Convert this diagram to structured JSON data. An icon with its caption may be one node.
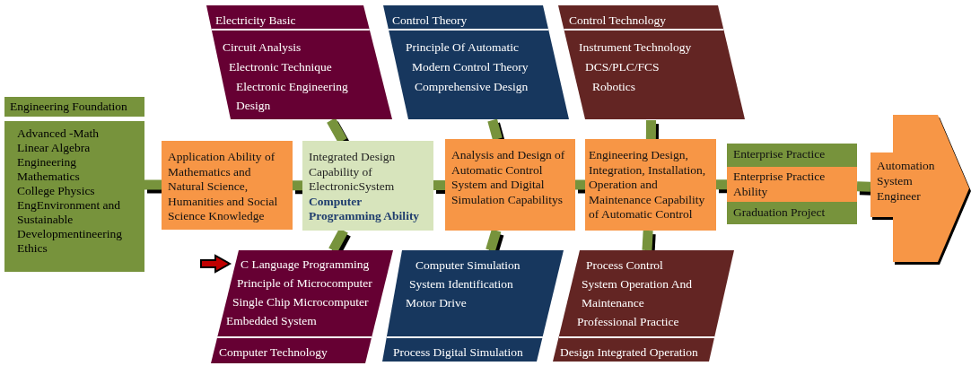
{
  "diagram": {
    "nodes": [
      {
        "text": [
          "Engineering Foundation",
          "Advanced -Math",
          "Linear Algebra",
          "Engineering Mathematics",
          "College Physics",
          "EngEnvironment and Sustainable Developmentineering Ethics"
        ]
      },
      {
        "text": [
          "Application Ability of Mathematics and Natural Science, Humanities and Social Science Knowledge"
        ]
      },
      {
        "text": [
          "Electricity Basic",
          "Circuit Analysis",
          "Electronic Technique",
          "Electronic Engineering Design"
        ]
      },
      {
        "text": [
          "Integrated Design Capability of ElectronicSystem",
          "Computer Programming Ability"
        ]
      },
      {
        "text": [
          "C Language Programming",
          "Principle of Microcomputer",
          "Single Chip Microcomputer",
          "Embedded System",
          "Computer Technology"
        ]
      },
      {
        "text": [
          "Control Theory",
          "Principle Of Automatic",
          "Modern Control Theory",
          "Comprehensive Design"
        ]
      },
      {
        "text": [
          "Analysis and Design of Automatic Control System and Digital Simulation Capabilitys"
        ]
      },
      {
        "text": [
          "Computer Simulation",
          "System Identification",
          "Motor Drive",
          "Process Digital Simulation"
        ]
      },
      {
        "text": [
          "Control Technology",
          "Instrument Technology",
          "DCS/PLC/FCS",
          "Robotics"
        ]
      },
      {
        "text": [
          "Engineering Design, Integration, Installation, Operation and Maintenance Capability of Automatic Control"
        ]
      },
      {
        "text": [
          "Process Control",
          "System Operation And Maintenance",
          "Professional Practice",
          "Design Integrated Operation"
        ]
      },
      {
        "text": [
          "Enterprise Practice"
        ]
      },
      {
        "text": [
          "Enterprise Practice Ability"
        ]
      },
      {
        "text": [
          "Graduation Project"
        ]
      },
      {
        "text": [
          "Automation System Engineer"
        ]
      }
    ],
    "edges": [
      {
        "from": 0,
        "to": 1,
        "arrow": "none"
      },
      {
        "from": 1,
        "to": 3,
        "arrow": "none"
      },
      {
        "from": 2,
        "to": 3,
        "arrow": "none"
      },
      {
        "from": 4,
        "to": 3,
        "arrow": "none"
      },
      {
        "from": 3,
        "to": 6,
        "arrow": "none"
      },
      {
        "from": 5,
        "to": 6,
        "arrow": "none"
      },
      {
        "from": 7,
        "to": 6,
        "arrow": "none"
      },
      {
        "from": 6,
        "to": 9,
        "arrow": "none"
      },
      {
        "from": 8,
        "to": 9,
        "arrow": "none"
      },
      {
        "from": 10,
        "to": 9,
        "arrow": "none"
      },
      {
        "from": 9,
        "to": 12,
        "arrow": "none"
      },
      {
        "from": 12,
        "to": 14,
        "arrow": "none"
      }
    ]
  }
}
